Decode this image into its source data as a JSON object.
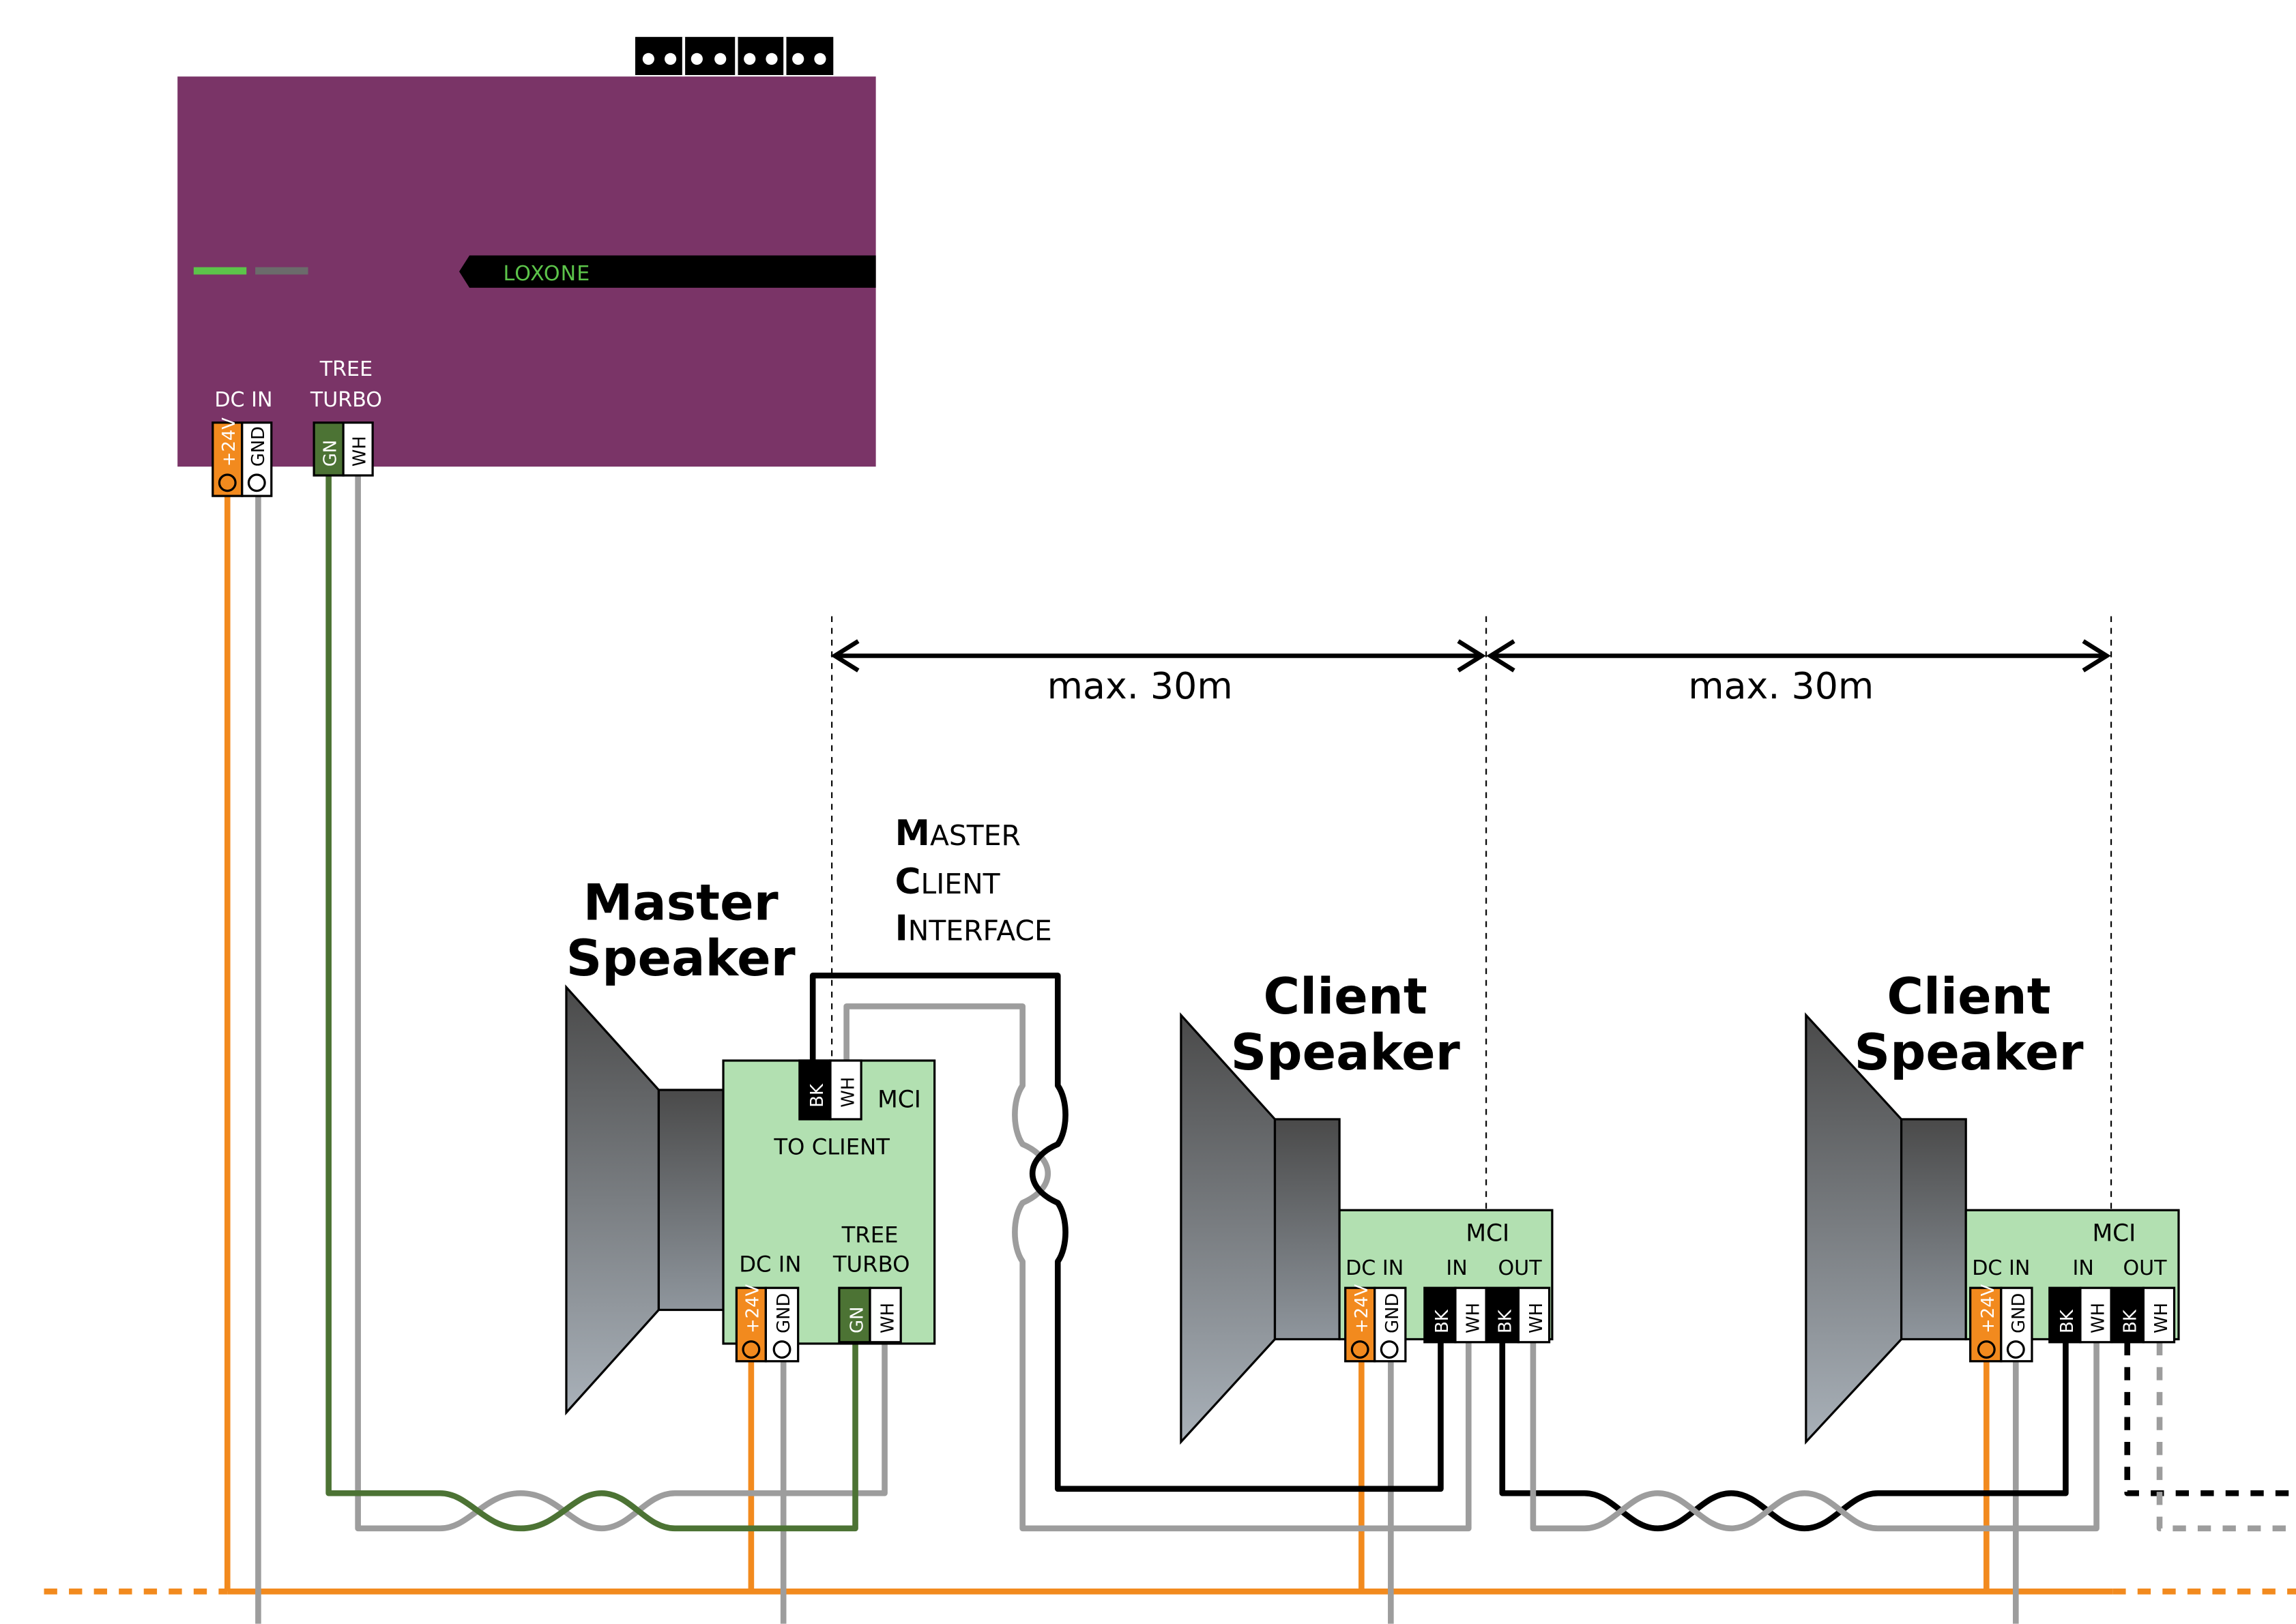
{
  "colors": {
    "miniserver": "#7a3467",
    "module": "#b2e0b1",
    "orange": "#f28a1e",
    "grey": "#9d9d9d",
    "green": "#4c7334",
    "black": "#000000",
    "led_green": "#5cc44a"
  },
  "miniserver": {
    "brand": "LOXONE",
    "dc_in_label": "DC IN",
    "tree_label": "TREE",
    "turbo_label": "TURBO",
    "pin_24v": "+24V",
    "pin_gnd": "GND",
    "pin_gn": "GN",
    "pin_wh": "WH"
  },
  "distances": [
    {
      "label": "max. 30m"
    },
    {
      "label": "max. 30m"
    }
  ],
  "mci_legend": [
    {
      "initial": "M",
      "rest": "ASTER"
    },
    {
      "initial": "C",
      "rest": "LIENT"
    },
    {
      "initial": "I",
      "rest": "NTERFACE"
    }
  ],
  "master_speaker": {
    "title_line1": "Master",
    "title_line2": "Speaker",
    "mci_label": "MCI",
    "to_client_label": "TO CLIENT",
    "dc_in_label": "DC IN",
    "tree_label": "TREE",
    "turbo_label": "TURBO",
    "pin_bk": "BK",
    "pin_wh": "WH",
    "pin_24v": "+24V",
    "pin_gnd": "GND",
    "pin_gn": "GN"
  },
  "client_speakers": [
    {
      "title_line1": "Client",
      "title_line2": "Speaker",
      "mci_label": "MCI",
      "dc_in_label": "DC IN",
      "in_label": "IN",
      "out_label": "OUT",
      "pin_24v": "+24V",
      "pin_gnd": "GND",
      "pin_bk": "BK",
      "pin_wh": "WH"
    },
    {
      "title_line1": "Client",
      "title_line2": "Speaker",
      "mci_label": "MCI",
      "dc_in_label": "DC IN",
      "in_label": "IN",
      "out_label": "OUT",
      "pin_24v": "+24V",
      "pin_gnd": "GND",
      "pin_bk": "BK",
      "pin_wh": "WH"
    }
  ]
}
